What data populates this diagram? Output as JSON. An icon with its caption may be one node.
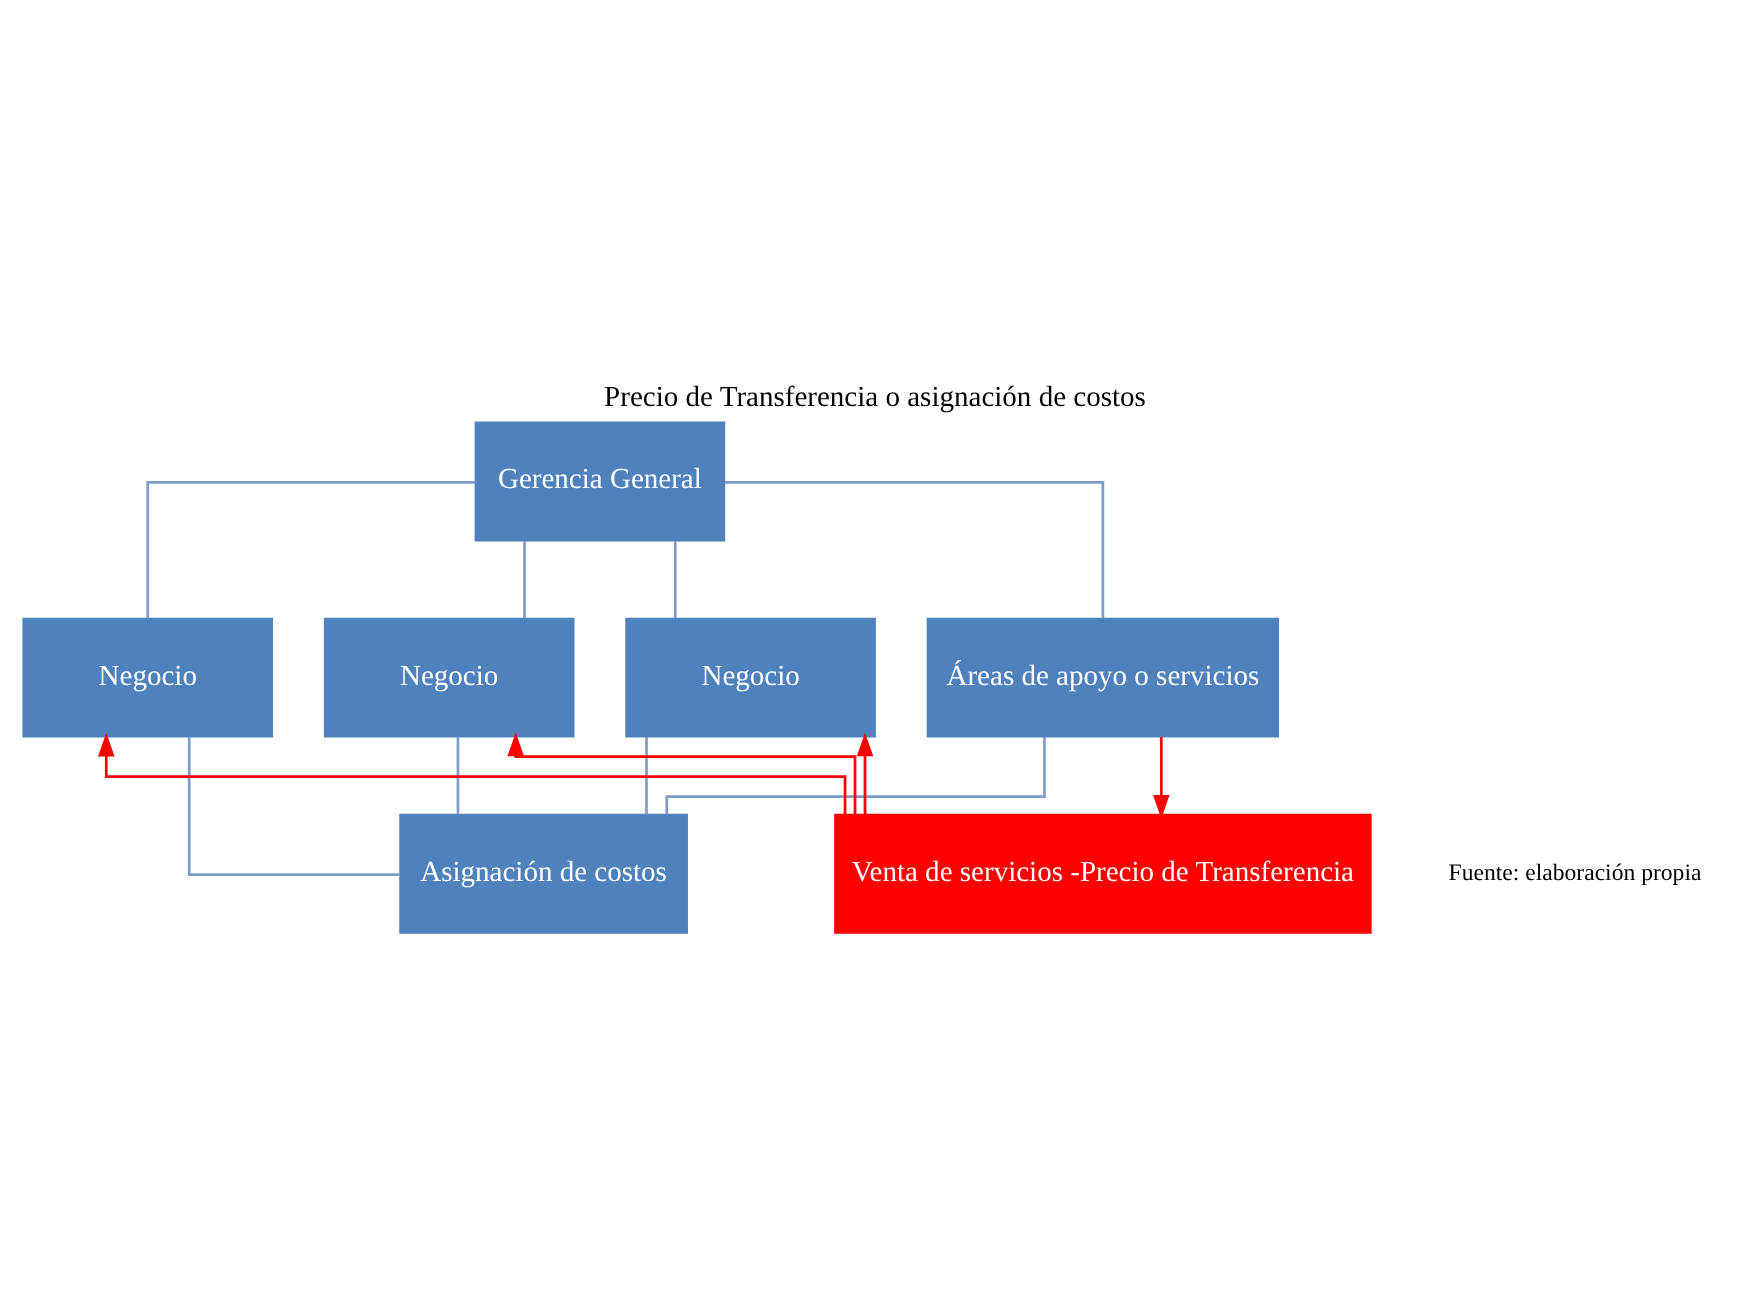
{
  "diagram": {
    "title": "Precio de Transferencia o asignación de costos",
    "nodes": [
      {
        "text": [
          "Gerencia General"
        ]
      },
      {
        "text": [
          "Negocio"
        ]
      },
      {
        "text": [
          "Negocio"
        ]
      },
      {
        "text": [
          "Negocio"
        ]
      },
      {
        "text": [
          "Áreas de apoyo o servicios"
        ]
      },
      {
        "text": [
          "Asignación de costos"
        ]
      },
      {
        "text": [
          "Venta de servicios -Precio de Transferencia"
        ]
      }
    ],
    "edges": [
      {
        "from": 0,
        "to": 1,
        "arrow": "none"
      },
      {
        "from": 0,
        "to": 2,
        "arrow": "none"
      },
      {
        "from": 0,
        "to": 3,
        "arrow": "none"
      },
      {
        "from": 0,
        "to": 4,
        "arrow": "none"
      },
      {
        "from": 1,
        "to": 5,
        "arrow": "none"
      },
      {
        "from": 2,
        "to": 5,
        "arrow": "none"
      },
      {
        "from": 3,
        "to": 5,
        "arrow": "none"
      },
      {
        "from": 4,
        "to": 5,
        "arrow": "none"
      },
      {
        "from": 6,
        "to": 1,
        "arrow": "to",
        "color": "#ff0000"
      },
      {
        "from": 6,
        "to": 2,
        "arrow": "to",
        "color": "#ff0000"
      },
      {
        "from": 6,
        "to": 3,
        "arrow": "to",
        "color": "#ff0000"
      },
      {
        "from": 4,
        "to": 6,
        "arrow": "to",
        "color": "#ff0000"
      }
    ],
    "labels": [
      "Fuente: elaboración propia"
    ]
  }
}
